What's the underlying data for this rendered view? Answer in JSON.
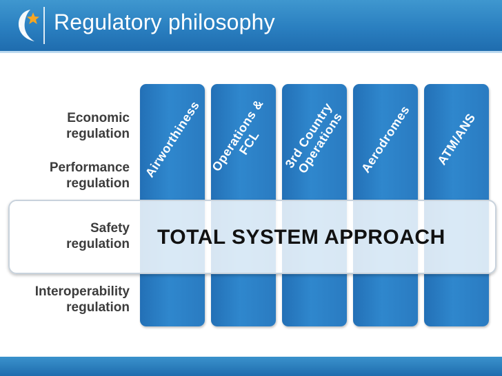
{
  "header": {
    "title": "Regulatory philosophy"
  },
  "columns": [
    {
      "lines": [
        "Airworthiness"
      ]
    },
    {
      "lines": [
        "Operations &",
        "FCL"
      ]
    },
    {
      "lines": [
        "3rd Country",
        "Operations"
      ]
    },
    {
      "lines": [
        "Aerodromes"
      ]
    },
    {
      "lines": [
        "ATM/ANS"
      ]
    }
  ],
  "rows": {
    "economic": [
      "Economic",
      "regulation"
    ],
    "performance": [
      "Performance",
      "regulation"
    ],
    "safety": [
      "Safety",
      "regulation"
    ],
    "interoperability": [
      "Interoperability",
      "regulation"
    ]
  },
  "band": {
    "title": "TOTAL SYSTEM APPROACH"
  },
  "colors": {
    "header_blue": "#2a7fc0",
    "column_blue": "#2a7bc1",
    "logo_star": "#f5a623"
  }
}
